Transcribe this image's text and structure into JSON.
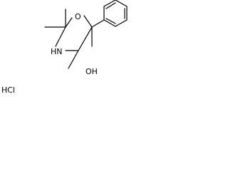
{
  "molecule": {
    "atoms": {
      "oxygen_ring": "O",
      "nitrogen_ring": "HN",
      "hydroxyl": "OH"
    },
    "salt": "HCl"
  }
}
